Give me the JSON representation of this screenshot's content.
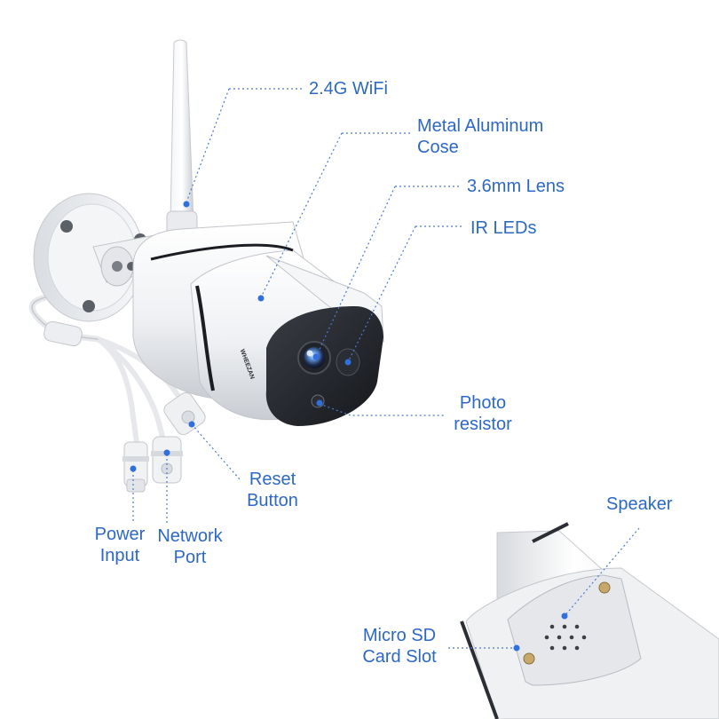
{
  "colors": {
    "label": "#2c68c4",
    "leader": "#4a7bd0",
    "dot": "#2f6fe0"
  },
  "brand_mark": "WHEEZAN",
  "labels": {
    "wifi": {
      "line1": "2.4G WiFi"
    },
    "case": {
      "line1": "Metal Aluminum",
      "line2": "Cose"
    },
    "lens": {
      "line1": "3.6mm Lens"
    },
    "irleds": {
      "line1": "IR LEDs"
    },
    "photo": {
      "line1": "Photo",
      "line2": "resistor"
    },
    "reset": {
      "line1": "Reset",
      "line2": "Button"
    },
    "power": {
      "line1": "Power",
      "line2": "Input"
    },
    "network": {
      "line1": "Network",
      "line2": "Port"
    },
    "speaker": {
      "line1": "Speaker"
    },
    "microsd": {
      "line1": "Micro SD",
      "line2": "Card Slot"
    }
  }
}
